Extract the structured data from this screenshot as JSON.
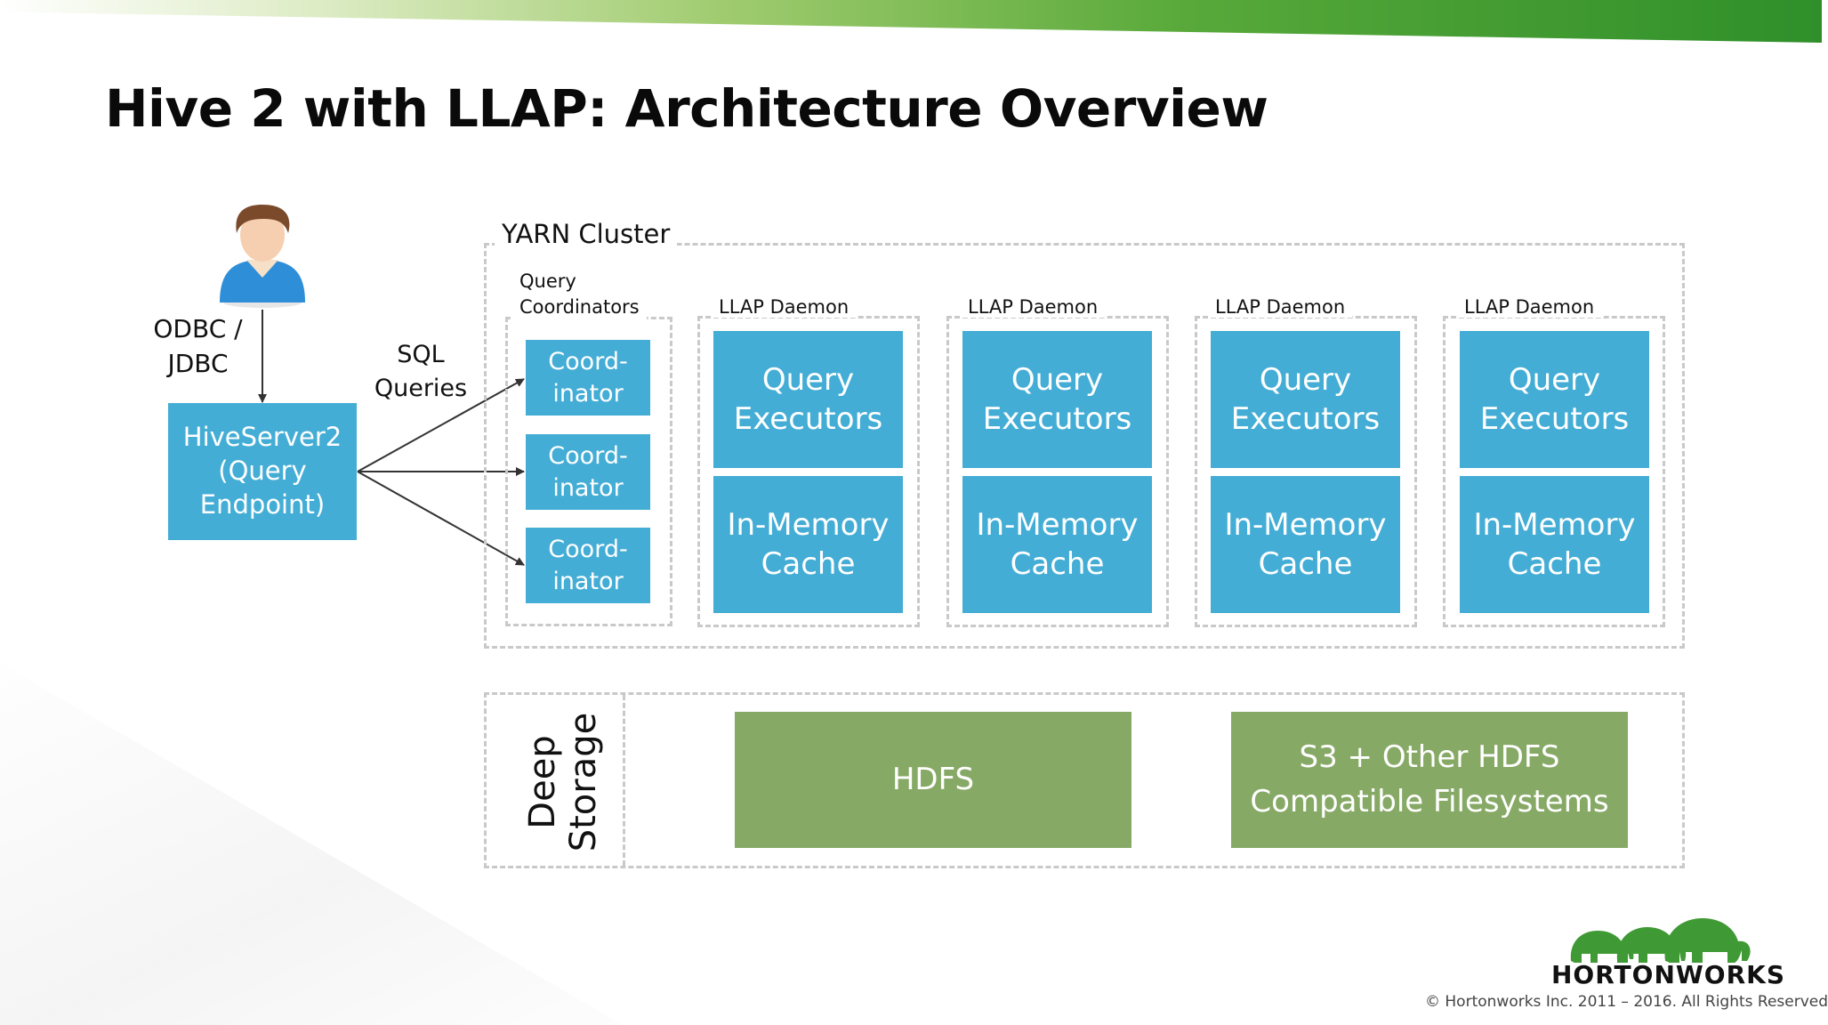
{
  "slide": {
    "title": "Hive 2 with LLAP: Architecture Overview",
    "copyright": "© Hortonworks Inc. 2011 – 2016. All Rights Reserved"
  },
  "logo": {
    "text": "HORTONWORKS"
  },
  "client": {
    "protocol_line1": "ODBC /",
    "protocol_line2": "JDBC",
    "sql_line1": "SQL",
    "sql_line2": "Queries"
  },
  "hiveserver": {
    "line1": "HiveServer2",
    "line2": "(Query",
    "line3": "Endpoint)"
  },
  "yarn": {
    "label": "YARN Cluster",
    "coordinators_label_line1": "Query",
    "coordinators_label_line2": "Coordinators",
    "coordinators": [
      {
        "line1": "Coord-",
        "line2": "inator"
      },
      {
        "line1": "Coord-",
        "line2": "inator"
      },
      {
        "line1": "Coord-",
        "line2": "inator"
      }
    ],
    "daemons": [
      {
        "label": "LLAP Daemon",
        "executors_line1": "Query",
        "executors_line2": "Executors",
        "cache_line1": "In-Memory",
        "cache_line2": "Cache"
      },
      {
        "label": "LLAP Daemon",
        "executors_line1": "Query",
        "executors_line2": "Executors",
        "cache_line1": "In-Memory",
        "cache_line2": "Cache"
      },
      {
        "label": "LLAP Daemon",
        "executors_line1": "Query",
        "executors_line2": "Executors",
        "cache_line1": "In-Memory",
        "cache_line2": "Cache"
      },
      {
        "label": "LLAP Daemon",
        "executors_line1": "Query",
        "executors_line2": "Executors",
        "cache_line1": "In-Memory",
        "cache_line2": "Cache"
      }
    ]
  },
  "storage": {
    "label_line1": "Deep",
    "label_line2": "Storage",
    "hdfs": "HDFS",
    "s3_line1": "S3 + Other HDFS",
    "s3_line2": "Compatible Filesystems"
  },
  "colors": {
    "blue_box": "#44add5",
    "green_box": "#87a966",
    "dashed_border": "#c9c9c9",
    "logo_green": "#3f9a35"
  }
}
